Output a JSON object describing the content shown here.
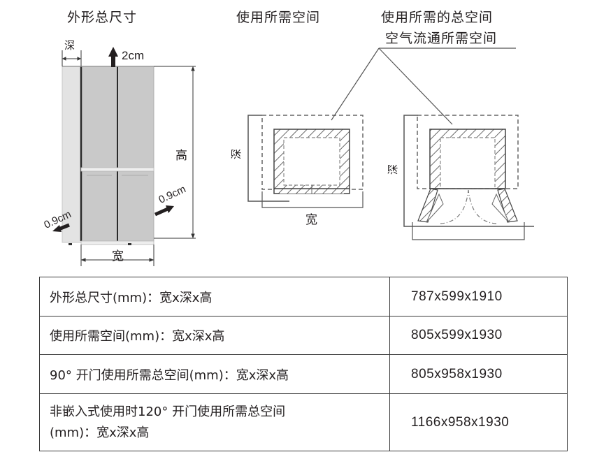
{
  "diagrams": {
    "overall": {
      "title": "外形总尺寸",
      "depth_label": "深",
      "top_clearance": "2cm",
      "height_label": "高",
      "width_label": "宽",
      "side_clearance_left": "0.9cm",
      "side_clearance_right": "0.9cm"
    },
    "usage_space": {
      "title": "使用所需空间",
      "depth_label": "深",
      "width_label": "宽"
    },
    "total_space": {
      "title": "使用所需的总空间",
      "callout": "空气流通所需空间",
      "depth_label": "深"
    }
  },
  "spec_table": {
    "rows": [
      {
        "label": "外形总尺寸(mm)：宽x深x高",
        "value": "787x599x1910"
      },
      {
        "label": "使用所需空间(mm)：宽x深x高",
        "value": "805x599x1930"
      },
      {
        "label": "90° 开门使用所需总空间(mm)：宽x深x高",
        "value": "805x958x1930"
      },
      {
        "label_line1": "非嵌入式使用时120° 开门使用所需总空间",
        "label_line2": "(mm)：宽x深x高",
        "value": "1166x958x1930"
      }
    ]
  }
}
